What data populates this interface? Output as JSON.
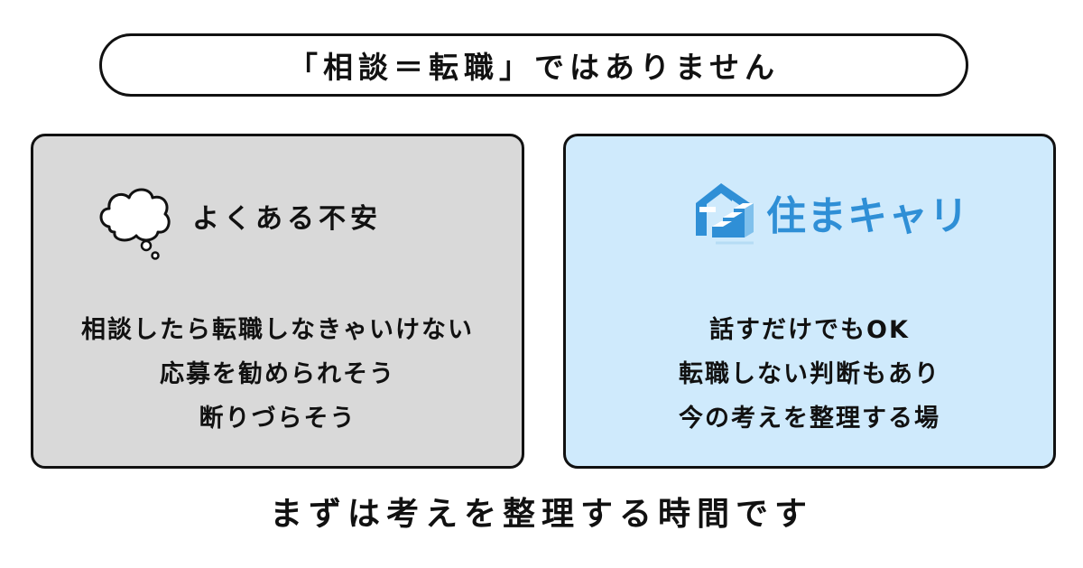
{
  "banner": {
    "title": "「相談＝転職」ではありません"
  },
  "left_card": {
    "heading": "よくある不安",
    "icon": "thought-cloud-icon",
    "lines": [
      "相談したら転職しなきゃいけない",
      "応募を勧められそう",
      "断りづらそう"
    ]
  },
  "right_card": {
    "logo_text": "住まキャリ",
    "logo_icon": "house-stairs-icon",
    "lines": [
      "話すだけでもOK",
      "転職しない判断もあり",
      "今の考えを整理する場"
    ]
  },
  "footer": {
    "text": "まずは考えを整理する時間です"
  },
  "colors": {
    "left_card_bg": "#d9d9d9",
    "right_card_bg": "#cfeafc",
    "brand_blue": "#2f8fd6",
    "border": "#111111"
  }
}
